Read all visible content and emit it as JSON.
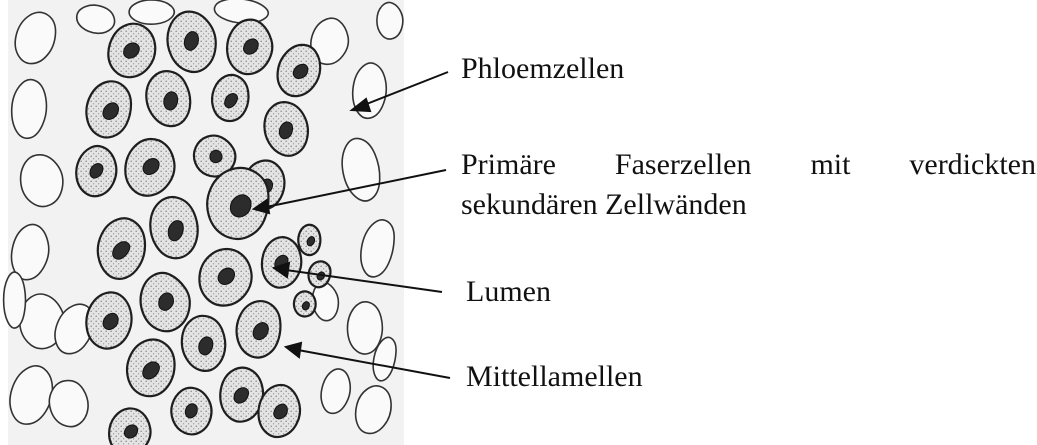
{
  "labels": {
    "phloem": "Phloemzellen",
    "primary_line1": "Primäre Faserzellen mit verdickten",
    "primary_line2": "sekundären Zellwänden",
    "lumen": "Lumen",
    "middle_lamella": "Mittellamellen"
  },
  "colors": {
    "background": "#ffffff",
    "panel": "#f3f3f3",
    "wall_fill": "#cfcfcf",
    "lumen_fill": "#3a3a3a",
    "ink": "#222222"
  }
}
